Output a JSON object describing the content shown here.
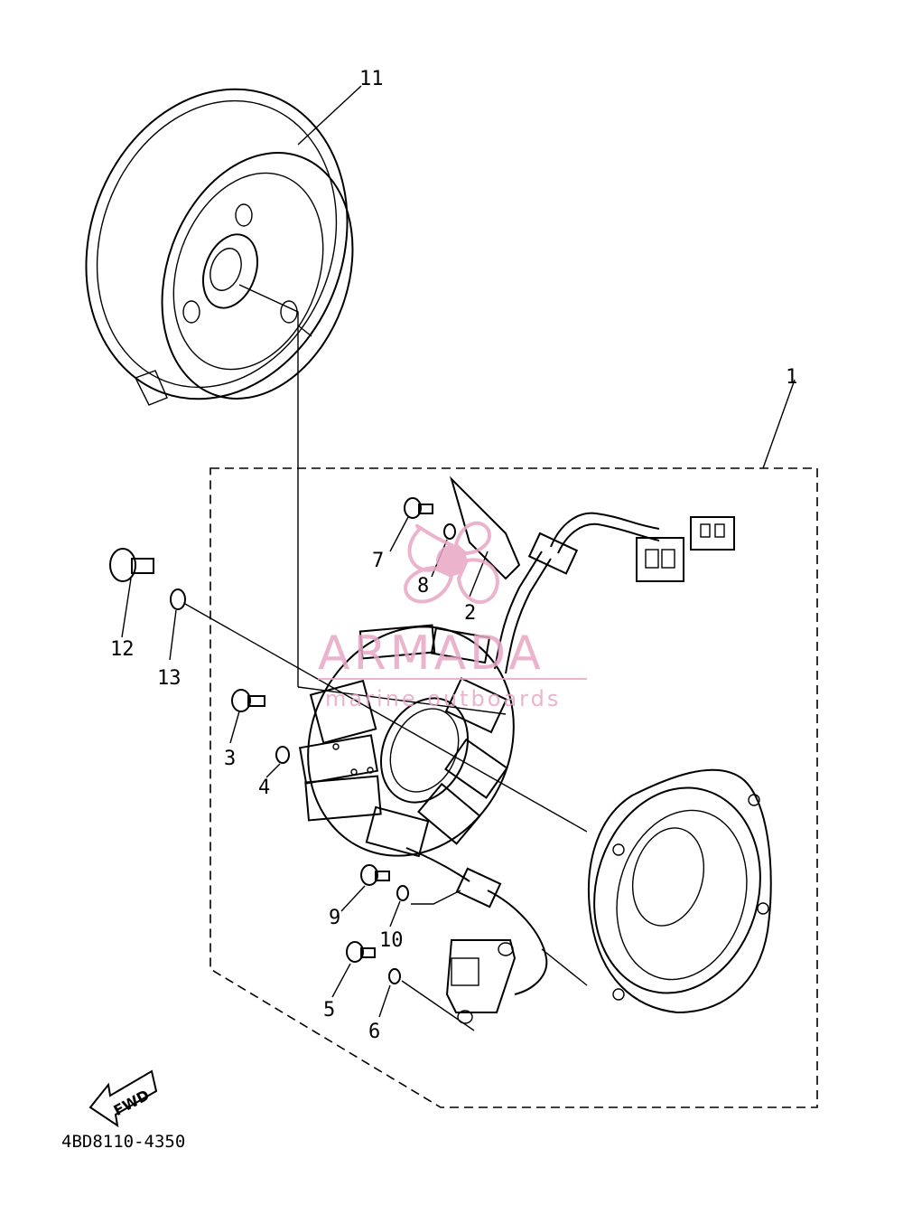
{
  "callouts": {
    "c1": "1",
    "c2": "2",
    "c3": "3",
    "c4": "4",
    "c5": "5",
    "c6": "6",
    "c7": "7",
    "c8": "8",
    "c9": "9",
    "c10": "10",
    "c11": "11",
    "c12": "12",
    "c13": "13"
  },
  "watermark": {
    "brand": "ARMADA",
    "tagline": "marine outboards",
    "color": "#e8a6c4"
  },
  "fwd_label": "FWD",
  "diagram_code": "4BD8110-4350"
}
